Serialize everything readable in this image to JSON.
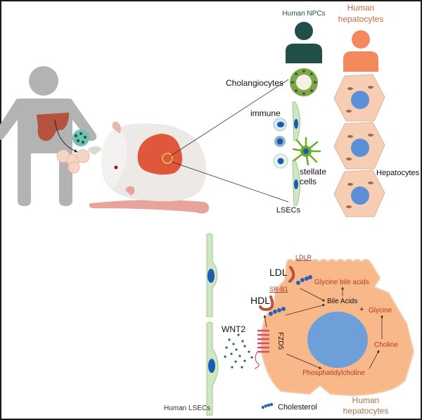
{
  "top_panel": {
    "npc_group_label": "Human NPCs",
    "hepatocyte_group_label": [
      "Human",
      "hepatocytes"
    ],
    "cell_labels": {
      "cholangiocytes": "Cholangiocytes",
      "immune": "immune",
      "stellate": [
        "stellate",
        "cells"
      ],
      "lsecs": "LSECs",
      "hepatocytes": "Hepatocytes"
    }
  },
  "bottom_panel": {
    "receptors": {
      "ldlr": "LDLR",
      "ldl": "LDL",
      "srb1": "SR-B1",
      "hdl": "HDL",
      "fzd5": "FZD5",
      "wnt2": "WNT2"
    },
    "metabolites": {
      "glycine_bile_acids": "Glycine bile acids",
      "bile_acids": "Bile Acids",
      "plus": "+",
      "glycine": "Glycine",
      "choline": "Choline",
      "phosphatidylcholine": "Phosphatidylcholine"
    },
    "lsec_label": "Human LSECs",
    "legend_cholesterol": "Cholesterol",
    "hepatocyte_label": [
      "Human",
      "hepatocytes"
    ]
  },
  "colors": {
    "npc_dark": "#1f4f48",
    "hepatocyte_orange": "#f4895f",
    "hepatocyte_cell": "#f7cdb3",
    "hepatocyte_big": "#f8b88a",
    "nucleus_blue": "#5b8fd6",
    "lsec_green": "#cfe6c4",
    "lsec_nucleus": "#1d5bb0",
    "text_red": "#b8391f",
    "text_brown": "#9b5a3c",
    "human_gray": "#b3b3b3",
    "liver_red": "#b5533e"
  }
}
